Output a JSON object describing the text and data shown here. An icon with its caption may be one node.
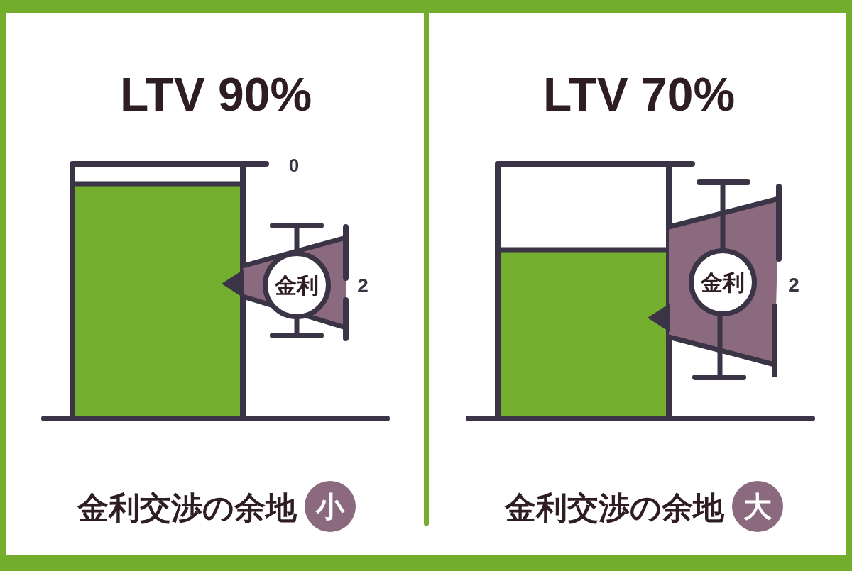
{
  "diagram": {
    "nodes": [
      {
        "text": [
          "金利"
        ]
      },
      {
        "text": [
          "小"
        ]
      },
      {
        "text": [
          "金利"
        ]
      },
      {
        "text": [
          "大"
        ]
      }
    ],
    "labels": [
      "LTV 90%",
      "0",
      "2",
      "金利交渉の余地",
      "LTV 70%",
      "2",
      "金利交渉の余地"
    ]
  }
}
